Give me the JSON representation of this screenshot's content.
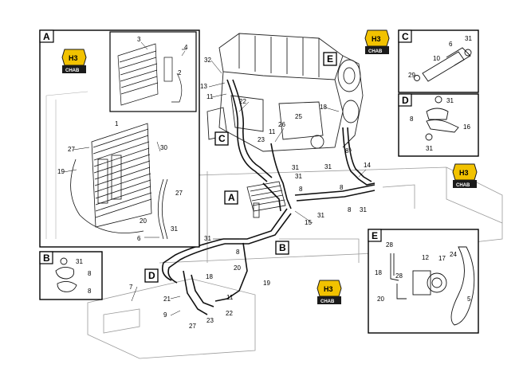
{
  "panels": {
    "A": {
      "letter": "A",
      "labels": [
        "3",
        "4",
        "2",
        "1",
        "27",
        "30",
        "19",
        "27",
        "20",
        "31",
        "6"
      ]
    },
    "B": {
      "letter": "B",
      "labels": [
        "31",
        "8",
        "8"
      ]
    },
    "C": {
      "letter": "C",
      "labels": [
        "31",
        "6",
        "10",
        "29"
      ]
    },
    "D": {
      "letter": "D",
      "labels": [
        "31",
        "8",
        "16",
        "31"
      ]
    },
    "E": {
      "letter": "E",
      "labels": [
        "28",
        "18",
        "28",
        "20",
        "12",
        "17",
        "24",
        "5"
      ]
    }
  },
  "main_labels": [
    "32",
    "13",
    "11",
    "22",
    "26",
    "25",
    "11",
    "23",
    "18",
    "8",
    "31",
    "31",
    "14",
    "8",
    "31",
    "8",
    "8",
    "31",
    "15",
    "31",
    "8",
    "20",
    "19",
    "7",
    "21",
    "9",
    "27",
    "23",
    "22",
    "11",
    "31",
    "18"
  ],
  "callouts": {
    "A": "A",
    "B": "B",
    "C": "C",
    "D": "D",
    "E": "E"
  },
  "logos": [
    {
      "top": "H3",
      "bottom": "CHAB"
    },
    {
      "top": "H3",
      "bottom": "CHAB"
    },
    {
      "top": "H3",
      "bottom": "CHAB"
    },
    {
      "top": "H3",
      "bottom": "CHAB"
    }
  ],
  "colors": {
    "line": "#000000",
    "logo_yellow": "#f2c200",
    "logo_dark": "#1a1a1a"
  }
}
